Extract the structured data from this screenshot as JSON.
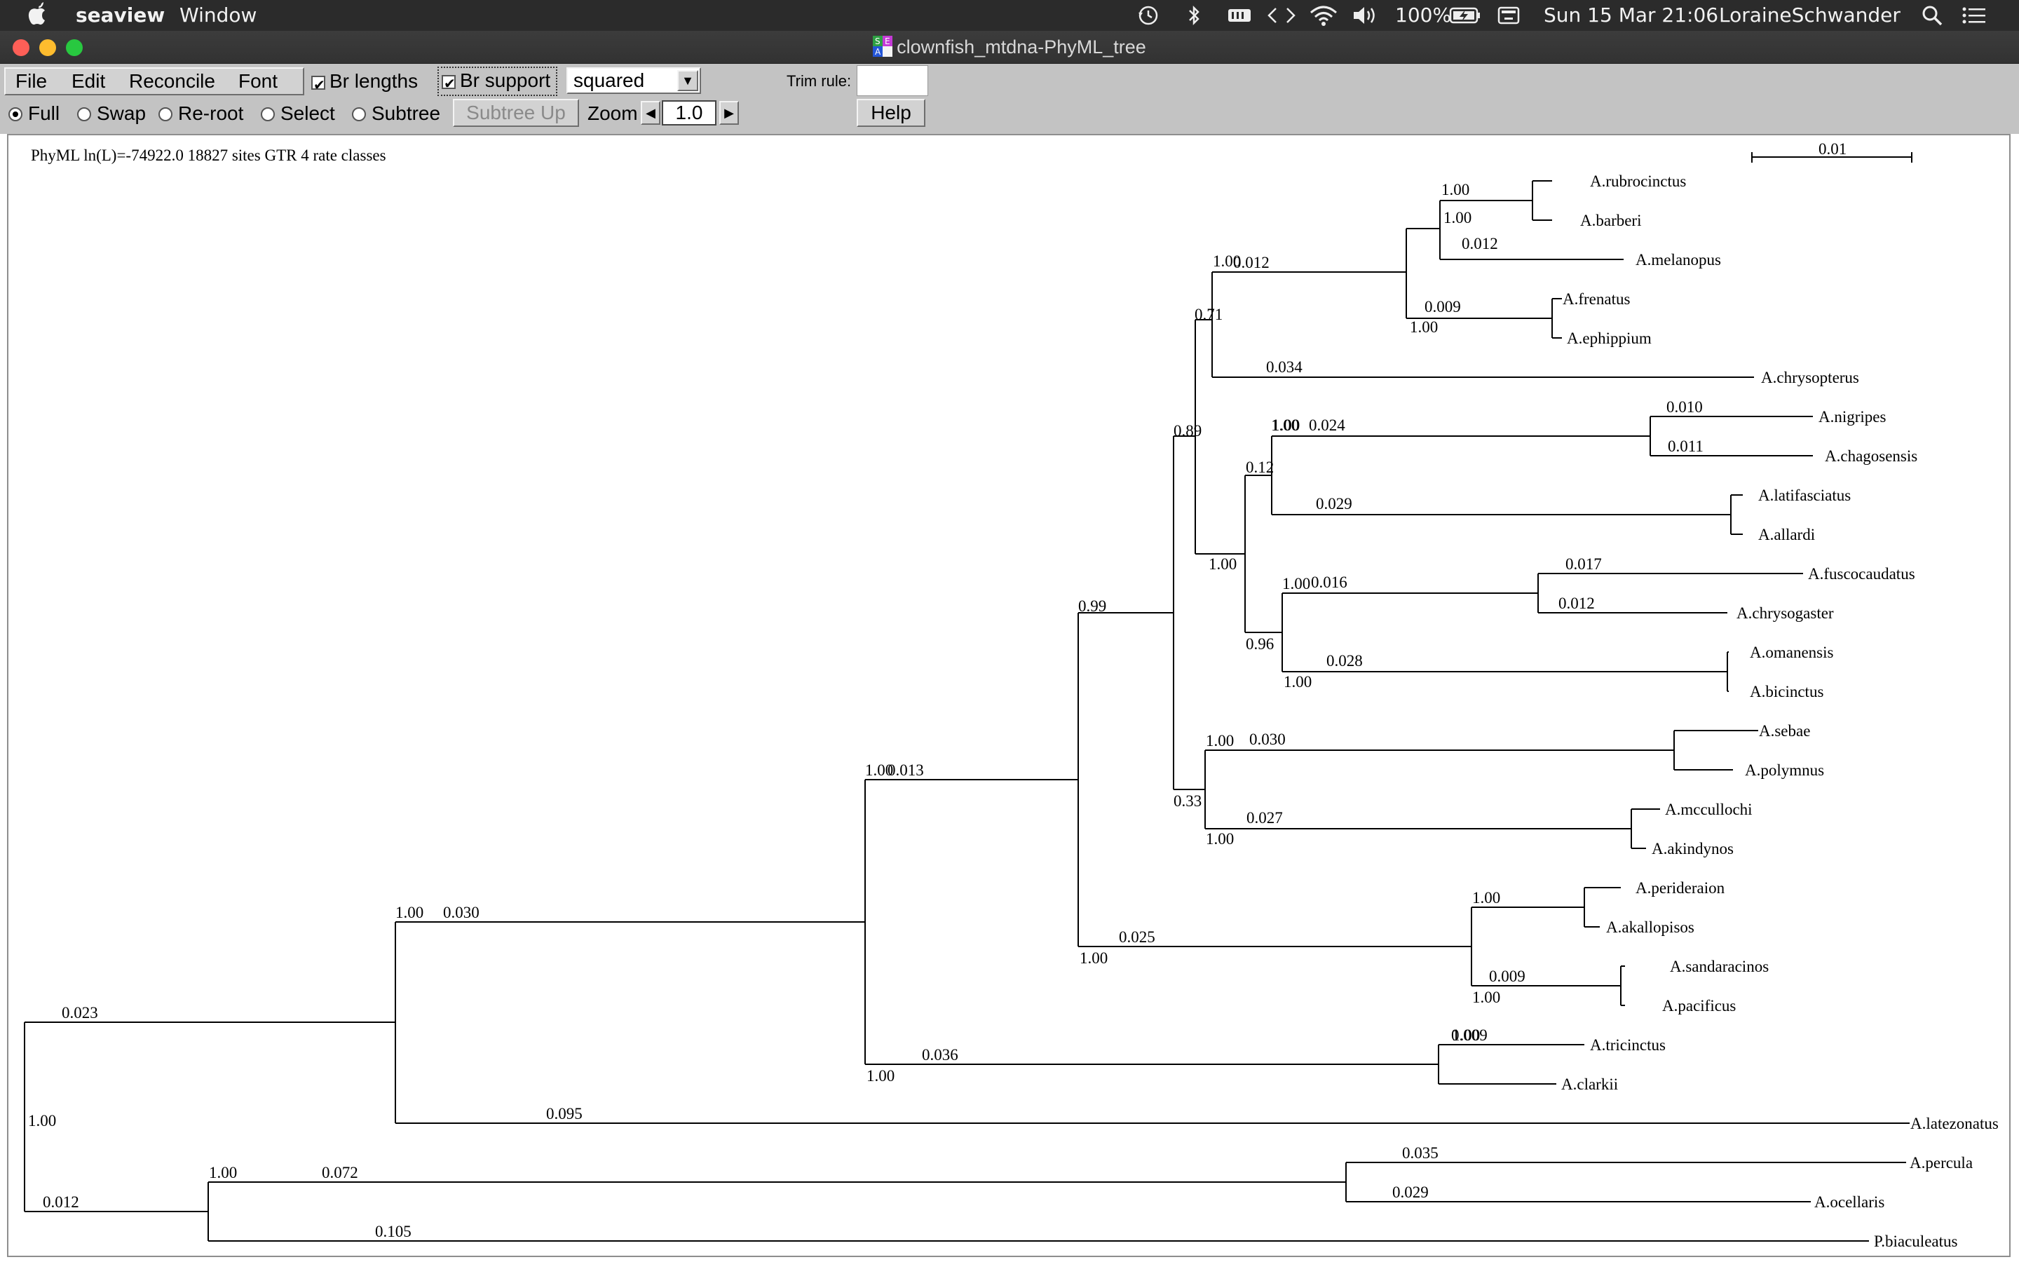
{
  "menubar": {
    "app_name": "seaview",
    "menus": [
      "Window"
    ],
    "status": {
      "battery": "100%",
      "datetime": "Sun 15 Mar  21:06",
      "user": "LoraineSchwander"
    },
    "bg_color": "#2b2b2b"
  },
  "window": {
    "title": "clownfish_mtdna-PhyML_tree",
    "traffic_colors": [
      "#fe5f57",
      "#febc2e",
      "#28c840"
    ]
  },
  "toolbar": {
    "menus": [
      "File",
      "Edit",
      "Reconcile",
      "Font"
    ],
    "br_lengths": "Br lengths",
    "br_support": "Br support",
    "tree_style": "squared",
    "trim_rule_label": "Trim rule:",
    "trim_rule_value": "",
    "modes": [
      "Full",
      "Swap",
      "Re-root",
      "Select",
      "Subtree"
    ],
    "selected_mode": "Full",
    "subtree_up": "Subtree Up",
    "zoom_label": "Zoom",
    "zoom_value": "1.0",
    "help": "Help"
  },
  "tree": {
    "header": "PhyML ln(L)=-74922.0 18827 sites GTR 4 rate classes",
    "scale_label": "0.01",
    "taxa": [
      "A.rubrocinctus",
      "A.barberi",
      "A.melanopus",
      "A.frenatus",
      "A.ephippium",
      "A.chrysopterus",
      "A.nigripes",
      "A.chagosensis",
      "A.latifasciatus",
      "A.allardi",
      "A.fuscocaudatus",
      "A.chrysogaster",
      "A.omanensis",
      "A.bicinctus",
      "A.sebae",
      "A.polymnus",
      "A.mccullochi",
      "A.akindynos",
      "A.perideraion",
      "A.akallopisos",
      "A.sandaracinos",
      "A.pacificus",
      "A.tricinctus",
      "A.clarkii",
      "A.latezonatus",
      "A.percula",
      "A.ocellaris",
      "P.biaculeatus"
    ],
    "branch_lengths": [
      "0.012",
      "0.012",
      "0.009",
      "0.034",
      "0.024",
      "0.010",
      "0.011",
      "0.029",
      "0.016",
      "0.017",
      "0.012",
      "0.028",
      "0.030",
      "0.027",
      "0.013",
      "0.025",
      "0.009",
      "0.036",
      "0.030",
      "0.009",
      "0.023",
      "0.095",
      "0.035",
      "0.072",
      "0.029",
      "0.012",
      "0.105"
    ],
    "supports": [
      "1.00",
      "1.00",
      "1.00",
      "1.00",
      "0.71",
      "1.00",
      "0.12",
      "0.89",
      "1.00",
      "1.00",
      "1.00",
      "0.96",
      "1.00",
      "0.99",
      "1.00",
      "0.33",
      "1.00",
      "1.00",
      "1.00",
      "1.00",
      "1.00",
      "1.00",
      "1.00",
      "1.00",
      "1.00",
      "1.00"
    ]
  }
}
